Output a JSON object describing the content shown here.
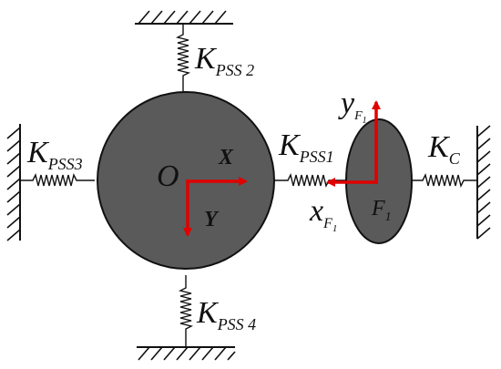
{
  "labels": {
    "k_pss2": {
      "main": "K",
      "sub": "PSS 2"
    },
    "k_pss3": {
      "main": "K",
      "sub": "PSS3"
    },
    "k_pss1": {
      "main": "K",
      "sub": "PSS1"
    },
    "k_pss4": {
      "main": "K",
      "sub": "PSS 4"
    },
    "k_c": {
      "main": "K",
      "sub": "C"
    },
    "origin": "O",
    "x_axis": "X",
    "y_axis": "Y",
    "x_f1": {
      "main": "x",
      "sub": "F",
      "subsub": "1"
    },
    "y_f1": {
      "main": "y",
      "sub": "F",
      "subsub": "1"
    },
    "body_f1": {
      "main": "F",
      "sub": "1"
    }
  },
  "colors": {
    "body_fill": "#5a5a5a",
    "stroke": "#111111",
    "axis": "#e00000",
    "background": "#ffffff"
  }
}
